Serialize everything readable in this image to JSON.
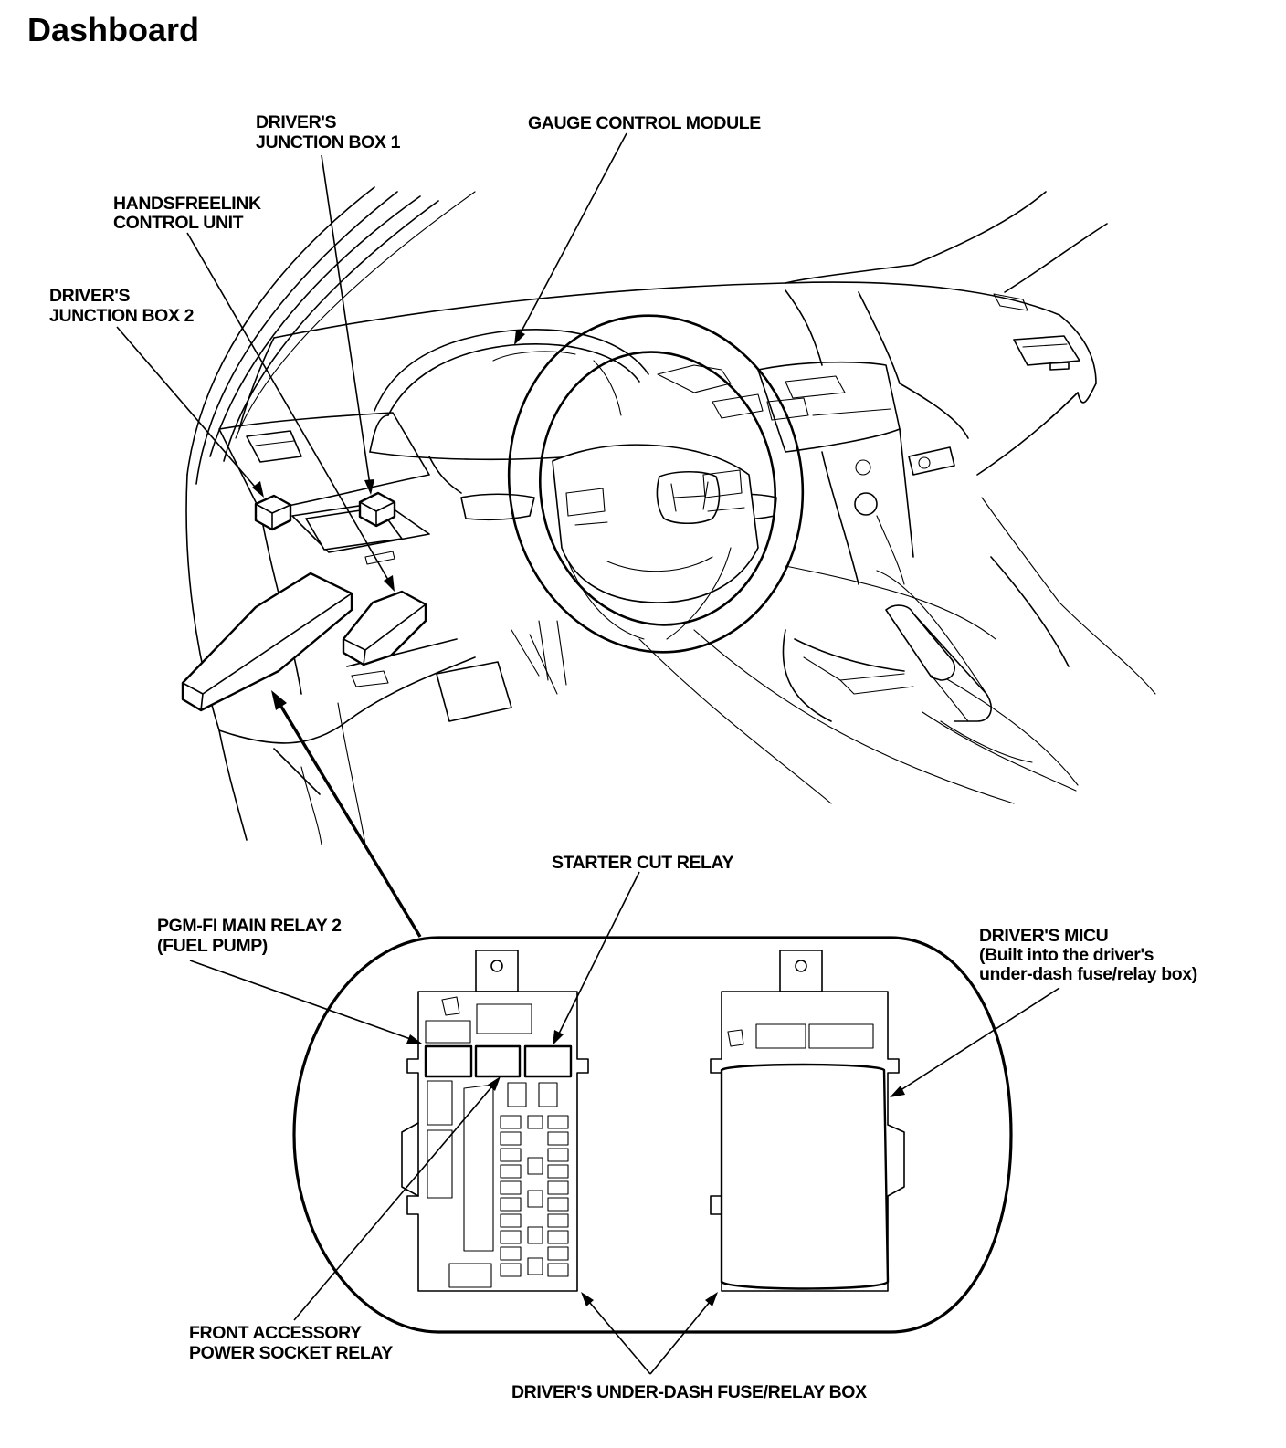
{
  "page": {
    "title": "Dashboard"
  },
  "callouts": {
    "drivers_junction_box_1": [
      "DRIVER'S",
      "JUNCTION BOX 1"
    ],
    "gauge_control_module": [
      "GAUGE CONTROL MODULE"
    ],
    "handsfreelink_control_unit": [
      "HANDSFREELINK",
      "CONTROL UNIT"
    ],
    "drivers_junction_box_2": [
      "DRIVER'S",
      "JUNCTION BOX 2"
    ],
    "starter_cut_relay": [
      "STARTER CUT RELAY"
    ],
    "pgm_fi_main_relay_2": [
      "PGM-FI MAIN RELAY 2",
      "(FUEL PUMP)"
    ],
    "drivers_micu": [
      "DRIVER'S MICU",
      "(Built into the driver's",
      "under-dash fuse/relay box)"
    ],
    "front_accessory_power_socket_relay": [
      "FRONT ACCESSORY",
      "POWER SOCKET RELAY"
    ],
    "drivers_under_dash_fuse_relay_box": [
      "DRIVER'S UNDER-DASH FUSE/RELAY BOX"
    ]
  },
  "icons": {
    "steering_logo": "honda-h-logo-icon",
    "relay_bumps": "relay-block-icon"
  }
}
